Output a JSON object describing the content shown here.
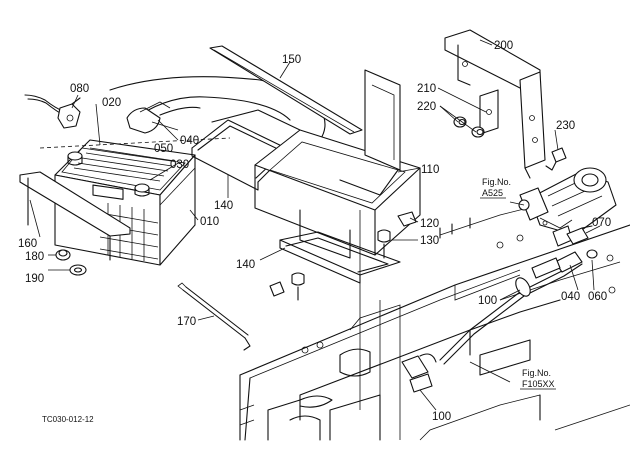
{
  "part_labels": {
    "p080": "080",
    "p020": "020",
    "p040a": "040",
    "p050": "050",
    "p030": "030",
    "p010": "010",
    "p160": "160",
    "p180": "180",
    "p190": "190",
    "p150": "150",
    "p140a": "140",
    "p140b": "140",
    "p110": "110",
    "p120": "120",
    "p130": "130",
    "p170": "170",
    "p200": "200",
    "p210": "210",
    "p220": "220",
    "p230": "230",
    "p070": "070",
    "p040b": "040",
    "p060": "060",
    "p100a": "100",
    "p100b": "100"
  },
  "figure_refs": {
    "a525_line1": "Fig.No.",
    "a525_line2": "A525",
    "f105_line1": "Fig.No.",
    "f105_line2": "F105XX"
  },
  "drawing_code": "TC030-012-12",
  "colors": {
    "ink": "#111111",
    "paper": "#ffffff"
  }
}
